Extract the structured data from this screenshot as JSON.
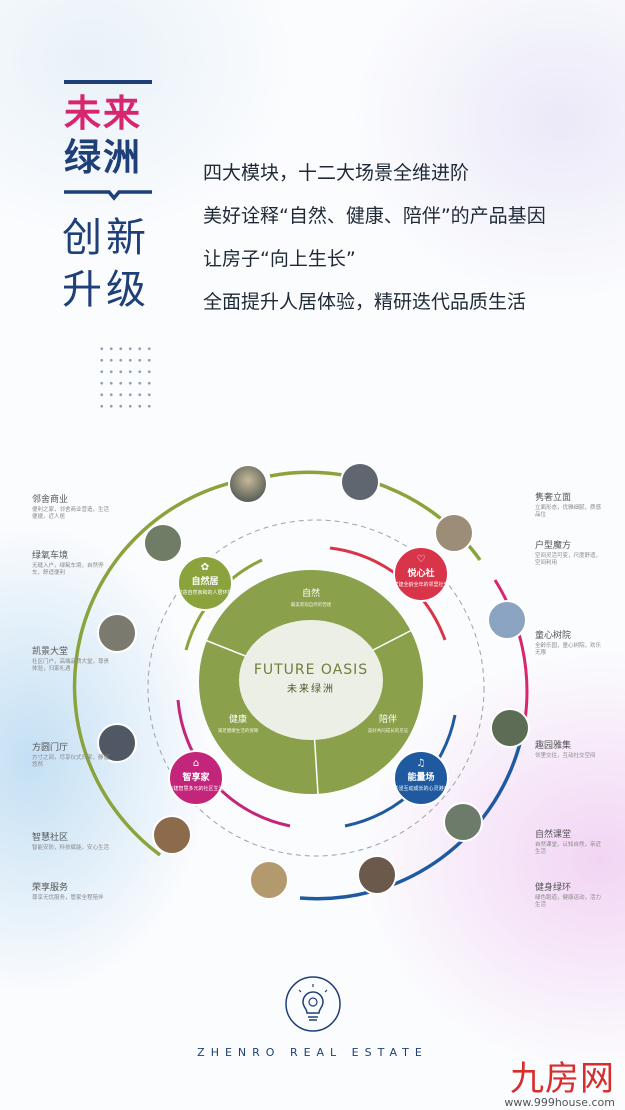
{
  "header": {
    "title_line1": "未来",
    "title_line2": "绿洲",
    "subtitle_line1": "创新",
    "subtitle_line2": "升级"
  },
  "slogans": [
    "四大模块，十二大场景全维进阶",
    "美好诠释“自然、健康、陪伴”的产品基因",
    "让房子“向上生长”",
    "全面提升人居体验，精研迭代品质生活"
  ],
  "diagram": {
    "center_en": "FUTURE OASIS",
    "center_cn": "未来绿洲",
    "sectors": [
      {
        "name": "自然",
        "desc": "最美景观自然的营建"
      },
      {
        "name": "健康",
        "desc": "满足健康生活的保障"
      },
      {
        "name": "陪伴",
        "desc": "美好共同成长的见证"
      }
    ],
    "modules": [
      {
        "name": "自然居",
        "desc": "打造自然亲和的人居环境",
        "color": "#8aa33c"
      },
      {
        "name": "悦心社",
        "desc": "营建全龄全年的邻里社交",
        "color": "#d8344a"
      },
      {
        "name": "智享家",
        "desc": "构建智慧多元的社区生活",
        "color": "#c2257a"
      },
      {
        "name": "能量场",
        "desc": "共浸互动成长的心灵港湾",
        "color": "#1f5aa0"
      }
    ]
  },
  "left_items": [
    {
      "title": "邻舍商业",
      "desc": "便利之家，邻舍商业营造，生活便捷，近人居"
    },
    {
      "title": "绿氧车境",
      "desc": "无缝入户，绿氧车境，自然停车，舒适便利"
    },
    {
      "title": "凯景大堂",
      "desc": "社区门户，高端品质大堂，尊贵体验，归家礼遇"
    },
    {
      "title": "方圆门厅",
      "desc": "方寸之间，尽享仪式归家，静谧悠然"
    },
    {
      "title": "智慧社区",
      "desc": "智能安防，科技赋能，安心生活"
    },
    {
      "title": "荣享服务",
      "desc": "尊享无忧服务，管家全程陪伴"
    }
  ],
  "right_items": [
    {
      "title": "隽奢立面",
      "desc": "立面形态，优雅细腻，质感品位"
    },
    {
      "title": "户型魔方",
      "desc": "空间灵活可变，尺度舒适，空间利用"
    },
    {
      "title": "童心树院",
      "desc": "全龄乐园，童心树院，欢乐无限"
    },
    {
      "title": "趣园雅集",
      "desc": "邻里交往，互动社交空间"
    },
    {
      "title": "自然课堂",
      "desc": "自然课堂，认知自然，亲近生活"
    },
    {
      "title": "健身绿环",
      "desc": "绿色跑道，健康运动，活力生活"
    }
  ],
  "footer": {
    "brand": "ZHENRO REAL ESTATE"
  },
  "watermark": {
    "name": "九房网",
    "url": "www.999house.com"
  },
  "colors": {
    "navy": "#1e3f78",
    "magenta": "#d8266e",
    "green": "#8aa33c",
    "red": "#d8344a",
    "blue": "#1f5aa0"
  }
}
